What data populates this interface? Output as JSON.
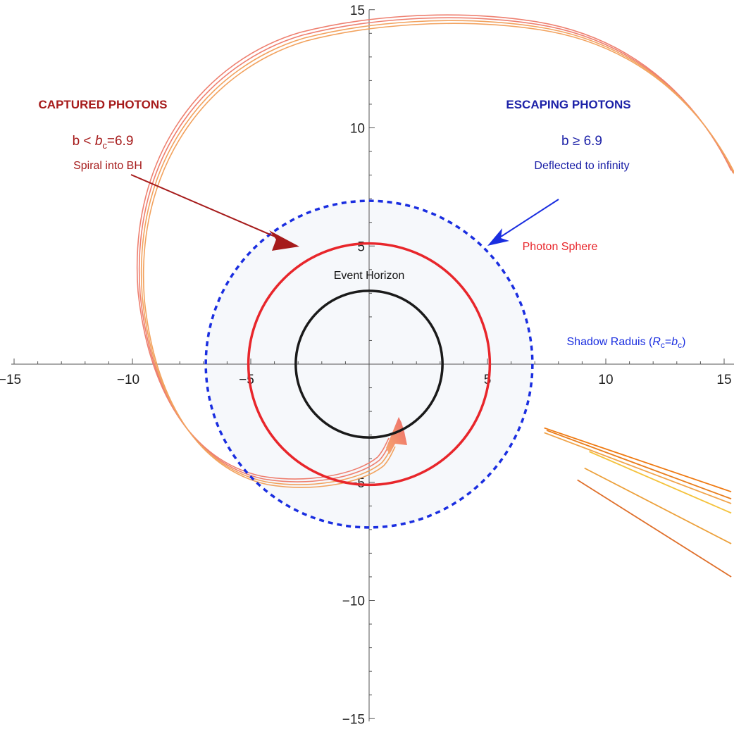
{
  "chart_data": {
    "type": "diagram",
    "xlim": [
      -15,
      15
    ],
    "ylim": [
      -15,
      15
    ],
    "x_ticks": [
      -15,
      -10,
      -5,
      5,
      10,
      15
    ],
    "y_ticks": [
      15,
      10,
      5,
      -5,
      -10,
      -15
    ],
    "x_tick_labels": [
      "−15",
      "−10",
      "−5",
      "5",
      "10",
      "15"
    ],
    "y_tick_labels": [
      "15",
      "10",
      "5",
      "−5",
      "−10",
      "−15"
    ],
    "circles": [
      {
        "name": "event-horizon",
        "radius": 3.1,
        "color": "#1a1a1a",
        "style": "solid"
      },
      {
        "name": "photon-sphere",
        "radius": 5.1,
        "color": "#e8262b",
        "style": "solid"
      },
      {
        "name": "shadow-radius",
        "radius": 6.9,
        "color": "#1a2ee0",
        "style": "dashed",
        "fill": "#f6f8fb"
      }
    ],
    "escape_rays": [
      {
        "x0": 7.4,
        "y0": -2.7,
        "x1": 15.3,
        "y1": -5.4,
        "color": "#ef7a12"
      },
      {
        "x0": 7.5,
        "y0": -2.8,
        "x1": 15.3,
        "y1": -5.7,
        "color": "#e87d1c"
      },
      {
        "x0": 7.4,
        "y0": -2.9,
        "x1": 15.3,
        "y1": -5.9,
        "color": "#f0a34a"
      },
      {
        "x0": 9.3,
        "y0": -3.7,
        "x1": 15.3,
        "y1": -6.3,
        "color": "#f4c23b"
      },
      {
        "x0": 9.1,
        "y0": -4.4,
        "x1": 15.3,
        "y1": -7.6,
        "color": "#eca03a"
      },
      {
        "x0": 8.8,
        "y0": -4.9,
        "x1": 15.3,
        "y1": -9.0,
        "color": "#df6f2a"
      }
    ]
  },
  "labels": {
    "captured_title": "CAPTURED PHOTONS",
    "captured_b_prefix": "b < ",
    "captured_b_sym": "b",
    "captured_b_sub": "c",
    "captured_b_value": "=6.9",
    "captured_desc": "Spiral into BH",
    "escaping_title": "ESCAPING PHOTONS",
    "escaping_b": "b ≥ 6.9",
    "escaping_desc": "Deflected to infinity",
    "event_horizon": "Event Horizon",
    "photon_sphere": "Photon Sphere",
    "shadow_prefix": "Shadow Raduis (",
    "shadow_r": "R",
    "shadow_r_sub": "c",
    "shadow_eq": "=",
    "shadow_b": "b",
    "shadow_b_sub": "c",
    "shadow_suffix": ")"
  },
  "colors": {
    "captured": "#a61b1b",
    "escaping": "#1d22a8",
    "shadow_label": "#1a2ee0",
    "photon_sphere_label": "#e8262b",
    "spiral_outer": "#ee7f6f",
    "spiral_inner": "#f2a25e"
  }
}
